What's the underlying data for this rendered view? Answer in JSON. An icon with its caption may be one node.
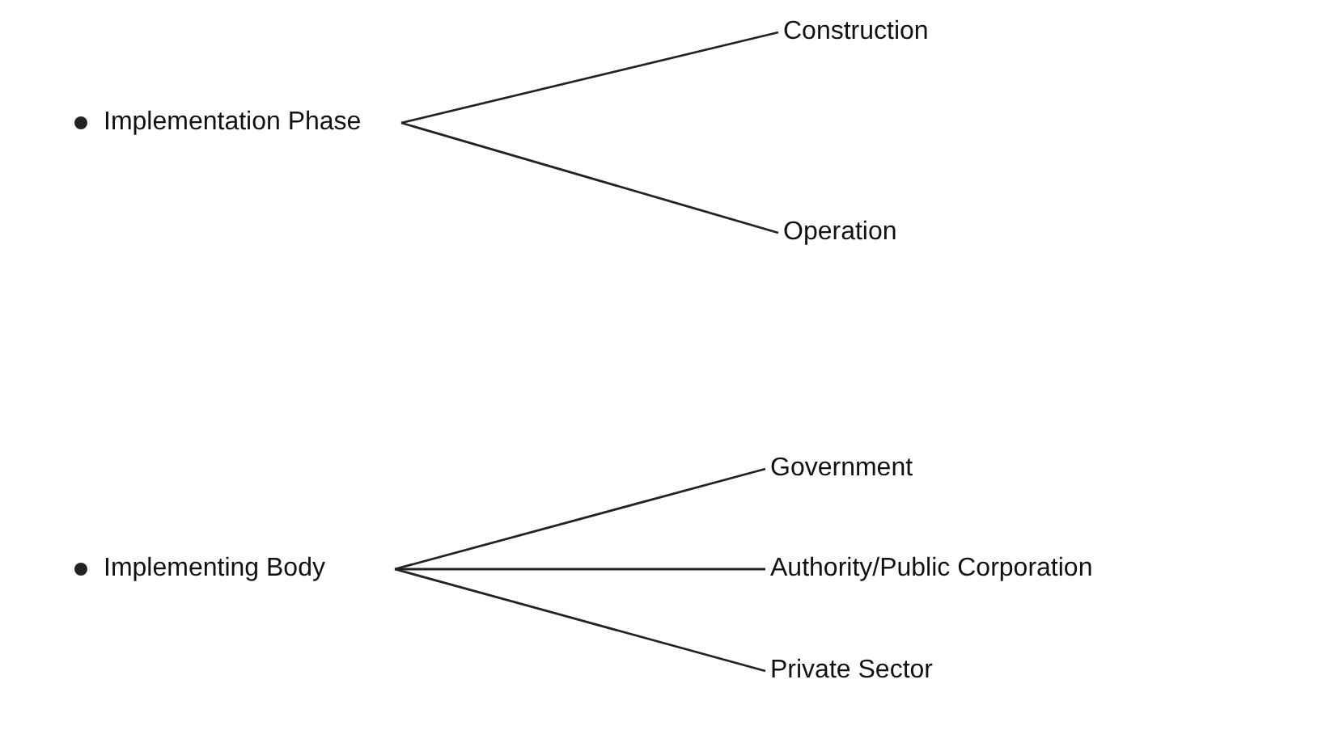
{
  "diagram": {
    "nodes": [
      {
        "text": [
          "Implementation Phase"
        ]
      },
      {
        "text": [
          "Construction"
        ]
      },
      {
        "text": [
          "Operation"
        ]
      },
      {
        "text": [
          "Implementing Body"
        ]
      },
      {
        "text": [
          "Government"
        ]
      },
      {
        "text": [
          "Authority/Public Corporation"
        ]
      },
      {
        "text": [
          "Private Sector"
        ]
      }
    ],
    "edges": [
      {
        "from": 0,
        "to": 1,
        "arrow": "none"
      },
      {
        "from": 0,
        "to": 2,
        "arrow": "none"
      },
      {
        "from": 3,
        "to": 4,
        "arrow": "none"
      },
      {
        "from": 3,
        "to": 5,
        "arrow": "none"
      },
      {
        "from": 3,
        "to": 6,
        "arrow": "none"
      }
    ]
  }
}
